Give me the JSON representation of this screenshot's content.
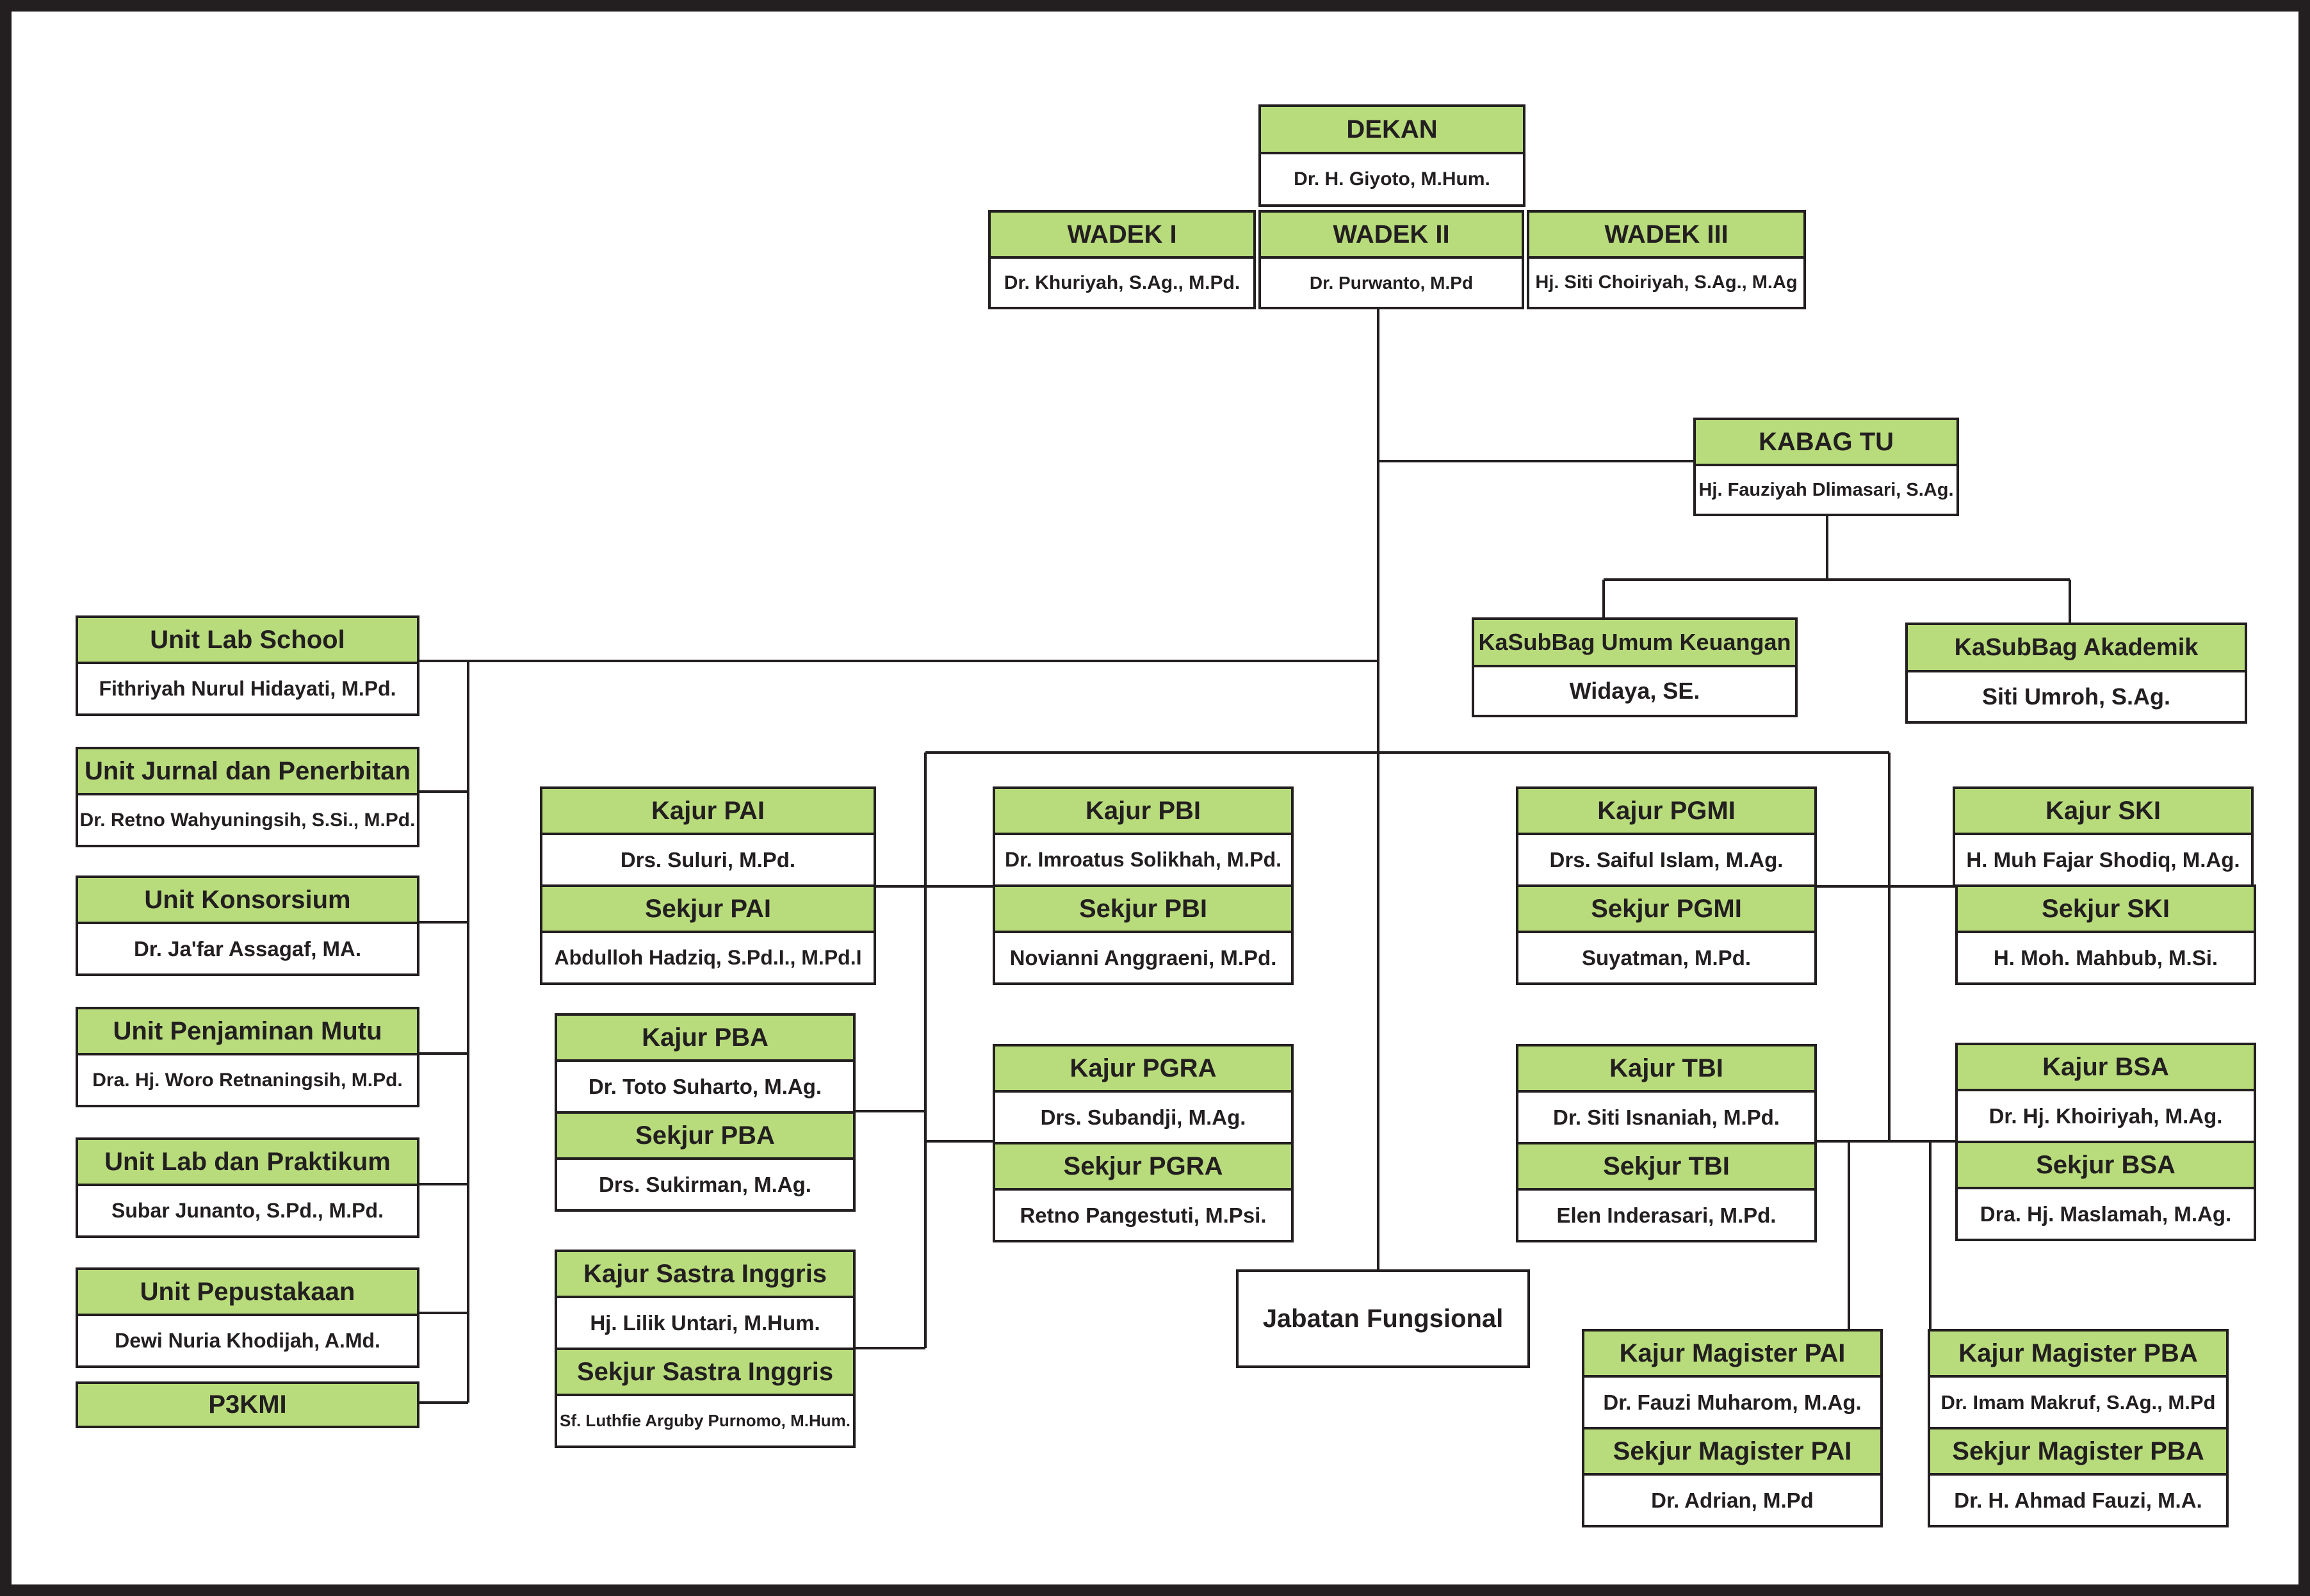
{
  "dekan": {
    "title": "DEKAN",
    "name": "Dr. H. Giyoto, M.Hum."
  },
  "wadek": [
    {
      "title": "WADEK I",
      "name": "Dr. Khuriyah, S.Ag., M.Pd."
    },
    {
      "title": "WADEK II",
      "name": "Dr. Purwanto, M.Pd"
    },
    {
      "title": "WADEK III",
      "name": "Hj. Siti Choiriyah, S.Ag., M.Ag"
    }
  ],
  "kabag": {
    "title": "KABAG TU",
    "name": "Hj. Fauziyah Dlimasari, S.Ag."
  },
  "kasubbag": [
    {
      "title": "KaSubBag Umum Keuangan",
      "name": "Widaya, SE."
    },
    {
      "title": "KaSubBag Akademik",
      "name": "Siti Umroh, S.Ag."
    }
  ],
  "units": [
    {
      "title": "Unit Lab School",
      "name": "Fithriyah Nurul Hidayati, M.Pd."
    },
    {
      "title": "Unit Jurnal dan Penerbitan",
      "name": "Dr. Retno Wahyuningsih, S.Si., M.Pd."
    },
    {
      "title": "Unit Konsorsium",
      "name": "Dr. Ja'far Assagaf, MA."
    },
    {
      "title": "Unit Penjaminan Mutu",
      "name": "Dra. Hj. Woro Retnaningsih, M.Pd."
    },
    {
      "title": "Unit Lab dan Praktikum",
      "name": "Subar Junanto, S.Pd., M.Pd."
    },
    {
      "title": "Unit Pepustakaan",
      "name": "Dewi Nuria Khodijah, A.Md."
    },
    {
      "title": "P3KMI",
      "name": ""
    }
  ],
  "jurusan": {
    "pai": [
      {
        "title": "Kajur PAI",
        "name": "Drs. Suluri, M.Pd."
      },
      {
        "title": "Sekjur PAI",
        "name": "Abdulloh Hadziq, S.Pd.I., M.Pd.I"
      }
    ],
    "pba": [
      {
        "title": "Kajur PBA",
        "name": "Dr. Toto Suharto, M.Ag."
      },
      {
        "title": "Sekjur PBA",
        "name": "Drs. Sukirman, M.Ag."
      }
    ],
    "si": [
      {
        "title": "Kajur Sastra Inggris",
        "name": "Hj. Lilik Untari, M.Hum."
      },
      {
        "title": "Sekjur Sastra Inggris",
        "name": "Sf. Luthfie Arguby Purnomo, M.Hum."
      }
    ],
    "pbi": [
      {
        "title": "Kajur PBI",
        "name": "Dr. Imroatus Solikhah, M.Pd."
      },
      {
        "title": "Sekjur PBI",
        "name": "Novianni Anggraeni, M.Pd."
      }
    ],
    "pgra": [
      {
        "title": "Kajur PGRA",
        "name": "Drs. Subandji, M.Ag."
      },
      {
        "title": "Sekjur PGRA",
        "name": "Retno Pangestuti, M.Psi."
      }
    ],
    "pgmi": [
      {
        "title": "Kajur PGMI",
        "name": "Drs. Saiful Islam, M.Ag."
      },
      {
        "title": "Sekjur PGMI",
        "name": "Suyatman, M.Pd."
      }
    ],
    "tbi": [
      {
        "title": "Kajur TBI",
        "name": "Dr. Siti Isnaniah, M.Pd."
      },
      {
        "title": "Sekjur TBI",
        "name": "Elen Inderasari, M.Pd."
      }
    ],
    "ski": [
      {
        "title": "Kajur SKI",
        "name": "H. Muh Fajar Shodiq, M.Ag."
      },
      {
        "title": "Sekjur SKI",
        "name": "H. Moh. Mahbub, M.Si."
      }
    ],
    "bsa": [
      {
        "title": "Kajur BSA",
        "name": "Dr. Hj. Khoiriyah, M.Ag."
      },
      {
        "title": "Sekjur BSA",
        "name": "Dra. Hj. Maslamah, M.Ag."
      }
    ],
    "mpai": [
      {
        "title": "Kajur Magister PAI",
        "name": "Dr. Fauzi Muharom, M.Ag."
      },
      {
        "title": "Sekjur Magister PAI",
        "name": "Dr. Adrian, M.Pd"
      }
    ],
    "mpba": [
      {
        "title": "Kajur Magister PBA",
        "name": "Dr. Imam Makruf, S.Ag., M.Pd"
      },
      {
        "title": "Sekjur Magister PBA",
        "name": "Dr. H. Ahmad Fauzi, M.A."
      }
    ]
  },
  "jabatan": "Jabatan Fungsional",
  "colors": {
    "header": "#b8dc7b",
    "line": "#231f20",
    "border": "#231f20"
  }
}
